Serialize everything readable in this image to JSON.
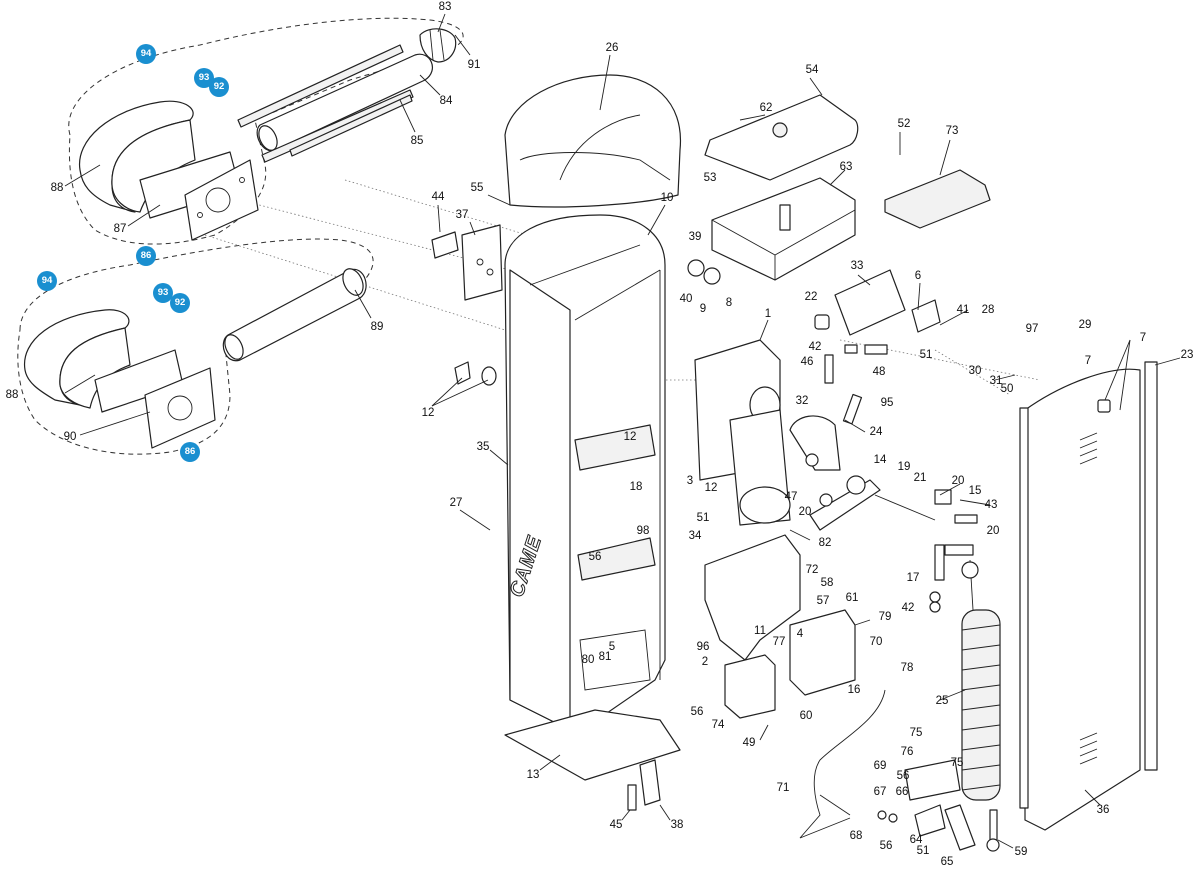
{
  "diagram": {
    "brand_logo": "CAME",
    "accent_color": "#1a8fd0",
    "highlighted_labels": [
      "94",
      "93",
      "92",
      "86",
      "94",
      "93",
      "92",
      "86"
    ],
    "labels": [
      "83",
      "91",
      "26",
      "54",
      "62",
      "52",
      "73",
      "84",
      "85",
      "88",
      "87",
      "55",
      "44",
      "37",
      "10",
      "53",
      "63",
      "39",
      "40",
      "9",
      "8",
      "33",
      "6",
      "28",
      "22",
      "41",
      "89",
      "88",
      "90",
      "12",
      "35",
      "1",
      "42",
      "46",
      "48",
      "51",
      "97",
      "29",
      "30",
      "31",
      "50",
      "7",
      "7",
      "23",
      "32",
      "95",
      "24",
      "14",
      "19",
      "21",
      "12",
      "18",
      "3",
      "12",
      "51",
      "47",
      "20",
      "20",
      "15",
      "43",
      "27",
      "98",
      "82",
      "34",
      "56",
      "72",
      "58",
      "57",
      "61",
      "79",
      "4",
      "77",
      "11",
      "20",
      "17",
      "42",
      "70",
      "78",
      "16",
      "96",
      "2",
      "80",
      "81",
      "5",
      "56",
      "74",
      "60",
      "25",
      "49",
      "75",
      "76",
      "56",
      "75",
      "69",
      "67",
      "66",
      "68",
      "56",
      "64",
      "51",
      "65",
      "13",
      "45",
      "38",
      "71",
      "36",
      "59"
    ]
  }
}
